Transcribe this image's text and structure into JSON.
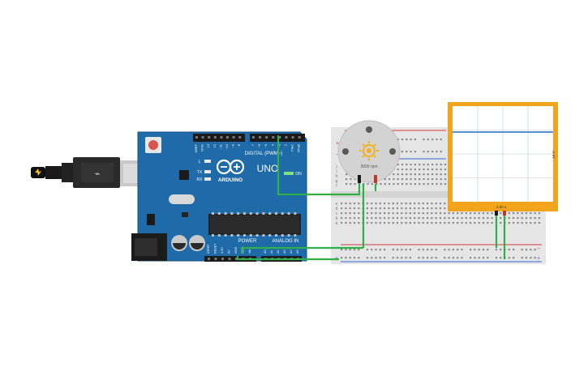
{
  "arduino": {
    "brand": "ARDUINO",
    "model": "UNO",
    "digital_label": "DIGITAL (PWM~)",
    "power_label": "POWER",
    "analog_label": "ANALOG IN",
    "on_label": "ON",
    "led_labels": [
      "L",
      "TX",
      "RX"
    ],
    "top_pins": [
      "AREF",
      "GND",
      "13",
      "12",
      "~11",
      "~10",
      "~9",
      "8",
      "7",
      "~6",
      "~5",
      "4",
      "~3",
      "2",
      "TX▸1",
      "RX◂0"
    ],
    "power_pins": [
      "IOREF",
      "RESET",
      "3.3V",
      "5V",
      "GND",
      "GND",
      "Vin"
    ],
    "analog_pins": [
      "A0",
      "A1",
      "A2",
      "A3",
      "A4",
      "A5"
    ]
  },
  "breadboard": {
    "row_letters": [
      "a",
      "b",
      "c",
      "d",
      "e",
      "f",
      "g",
      "h",
      "i",
      "j"
    ]
  },
  "motor": {
    "speed_label": "3000 rpm"
  },
  "oscilloscope": {
    "voltage_label": "10 V",
    "time_label": "1.00 s"
  },
  "colors": {
    "arduino_board": "#1f6aa8",
    "wire": "#2fb14a",
    "scope_frame": "#f2a51c",
    "scope_trace": "#1e6fbf",
    "rail_red": "#d93a3a",
    "rail_blue": "#3a6ad9"
  }
}
